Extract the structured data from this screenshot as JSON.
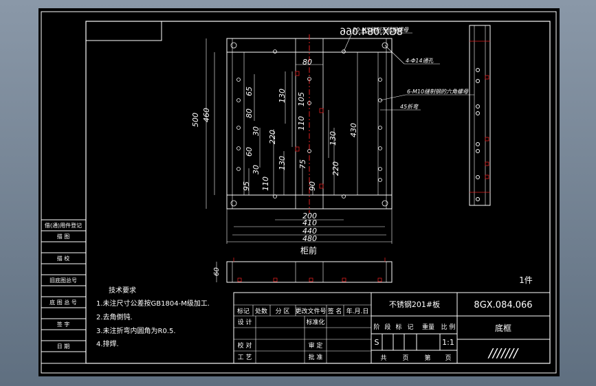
{
  "drawing_number": "8GX.084.066",
  "drawing_number_mirrored": "8GX.084.066",
  "part_name": "底框",
  "material": "不锈钢201#板",
  "quantity": "1件",
  "section_label": "柜前",
  "scale_value": "1:1",
  "stage_value": "S",
  "slashes": "///////",
  "tech_title": "技术要求",
  "tech_items": [
    "1.未注尺寸公差按GB1804-M级加工.",
    "2.去角倒钝.",
    "3.未注折弯内圆角为R0.5.",
    "4.排焊."
  ],
  "callouts": [
    "20-M5缝制不锈钢螺母",
    "4-Φ14通孔",
    "6-M10缝制钢的六角螺母",
    "45折弯"
  ],
  "left_panel": [
    "借(通)用件登记",
    "描    图",
    "描    校",
    "旧底图总号",
    "底 图 总 号",
    "签    字",
    "日    期"
  ],
  "title_block": {
    "row1": [
      "标记",
      "处数",
      "分 区",
      "更改文件号",
      "签 名",
      "年.月.日"
    ],
    "design": "设 计",
    "standard": "标准化",
    "stage_hdr": [
      "阶",
      "段",
      "标",
      "记",
      "重量",
      "比 例"
    ],
    "check": "校 对",
    "review": "审 定",
    "process": "工 艺",
    "approve": "批 准",
    "sheets": [
      "共",
      "页",
      "第",
      "页"
    ]
  },
  "dims": {
    "d500": "500",
    "d460": "460",
    "d65": "65",
    "d80a": "80",
    "d30a": "30",
    "d60": "60",
    "d30b": "30",
    "d95": "95",
    "d110": "110",
    "d220a": "220",
    "d130a": "130",
    "d130b": "130",
    "d80top": "80",
    "d105": "105",
    "d110b": "110",
    "d75": "75",
    "d90": "90",
    "d130c": "130",
    "d220b": "220",
    "d430": "430",
    "d200": "200",
    "d410": "410",
    "d440": "440",
    "d480": "480",
    "d60side": "60"
  }
}
